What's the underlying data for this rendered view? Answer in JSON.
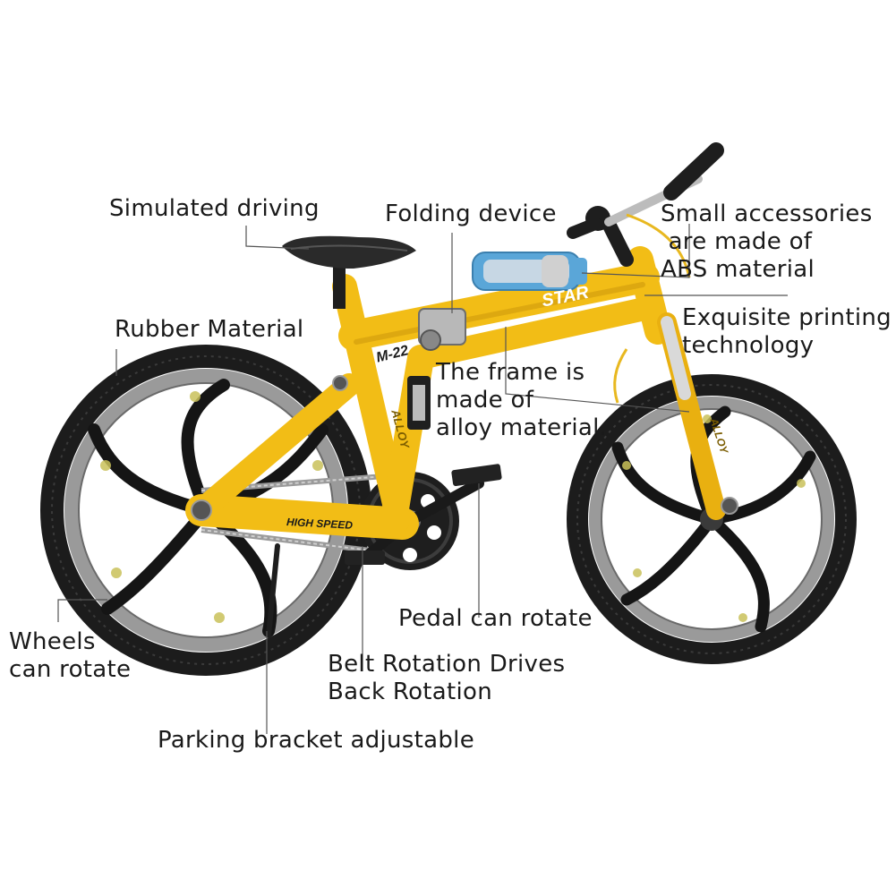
{
  "colors": {
    "frame": "#f2bd16",
    "frame_shadow": "#c8930a",
    "tire": "#1c1c1c",
    "rim": "#9a9a9a",
    "spoke": "#151515",
    "leader": "#555555",
    "bottle": "#5aa6d8",
    "text": "#1a1a1a"
  },
  "product_prints": {
    "top_tube": "STAR",
    "seat_tube_badge": "M-22",
    "down_tube": "ALLOY",
    "fork": "ALLOY",
    "chainstay": "HIGH SPEED"
  },
  "callouts": {
    "simulated_driving": "Simulated driving",
    "folding_device": "Folding device",
    "small_accessories": [
      "Small accessories",
      " are made of",
      "ABS material"
    ],
    "rubber_material": "Rubber Material",
    "exquisite_printing": [
      "Exquisite printing",
      "technology"
    ],
    "frame_material": [
      "The frame is",
      "made of",
      "alloy material."
    ],
    "pedal_rotate": "Pedal can rotate",
    "wheels_rotate": [
      "Wheels",
      "can rotate"
    ],
    "belt_rotation": [
      "Belt Rotation Drives",
      "Back Rotation"
    ],
    "parking_bracket": "Parking bracket adjustable"
  }
}
